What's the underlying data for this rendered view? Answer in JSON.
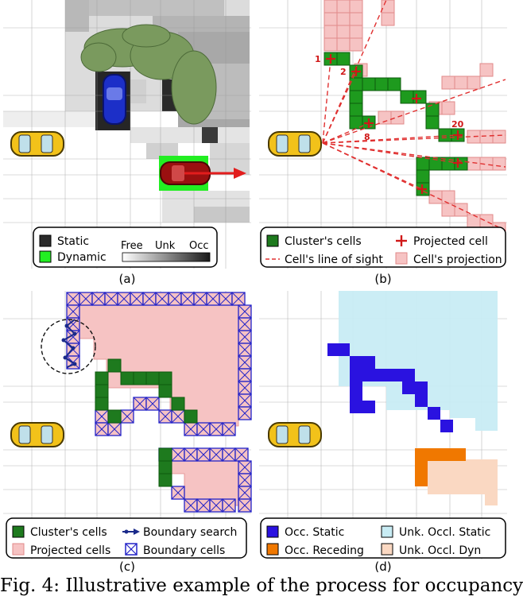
{
  "panels": [
    {
      "label": "(a)",
      "legend": {
        "static": "Static",
        "dynamic": "Dynamic",
        "free": "Free",
        "unk": "Unk",
        "occ": "Occ"
      }
    },
    {
      "label": "(b)",
      "numbers": [
        "1",
        "2",
        "8",
        "20"
      ],
      "legend": {
        "cluster": "Cluster's cells",
        "los": "Cell's line of sight",
        "projected": "Projected cell",
        "projection": "Cell's projection"
      }
    },
    {
      "label": "(c)",
      "legend": {
        "cluster": "Cluster's cells",
        "projected": "Projected cells",
        "search": "Boundary search",
        "boundary": "Boundary cells"
      }
    },
    {
      "label": "(d)",
      "legend": {
        "occ_static": "Occ. Static",
        "occ_receding": "Occ. Receding",
        "unk_static": "Unk. Occl. Static",
        "unk_dyn": "Unk. Occl. Dyn"
      }
    }
  ],
  "caption": "Fig. 4: Illustrative example of the process for occupancy",
  "colors": {
    "static": "#2b2b2b",
    "dynamic": "#22ee22",
    "cluster": "#1e7a1e",
    "projection": "#f6c3c3",
    "los": "#e03030",
    "boundary": "#2323c8",
    "occ_static": "#2a12e0",
    "occ_receding": "#f07800",
    "unk_static": "#c8ecf4",
    "unk_dyn": "#fad8c2"
  },
  "icons": [
    "yellow-car-icon",
    "blue-car-icon",
    "red-car-icon",
    "tree-icon"
  ]
}
